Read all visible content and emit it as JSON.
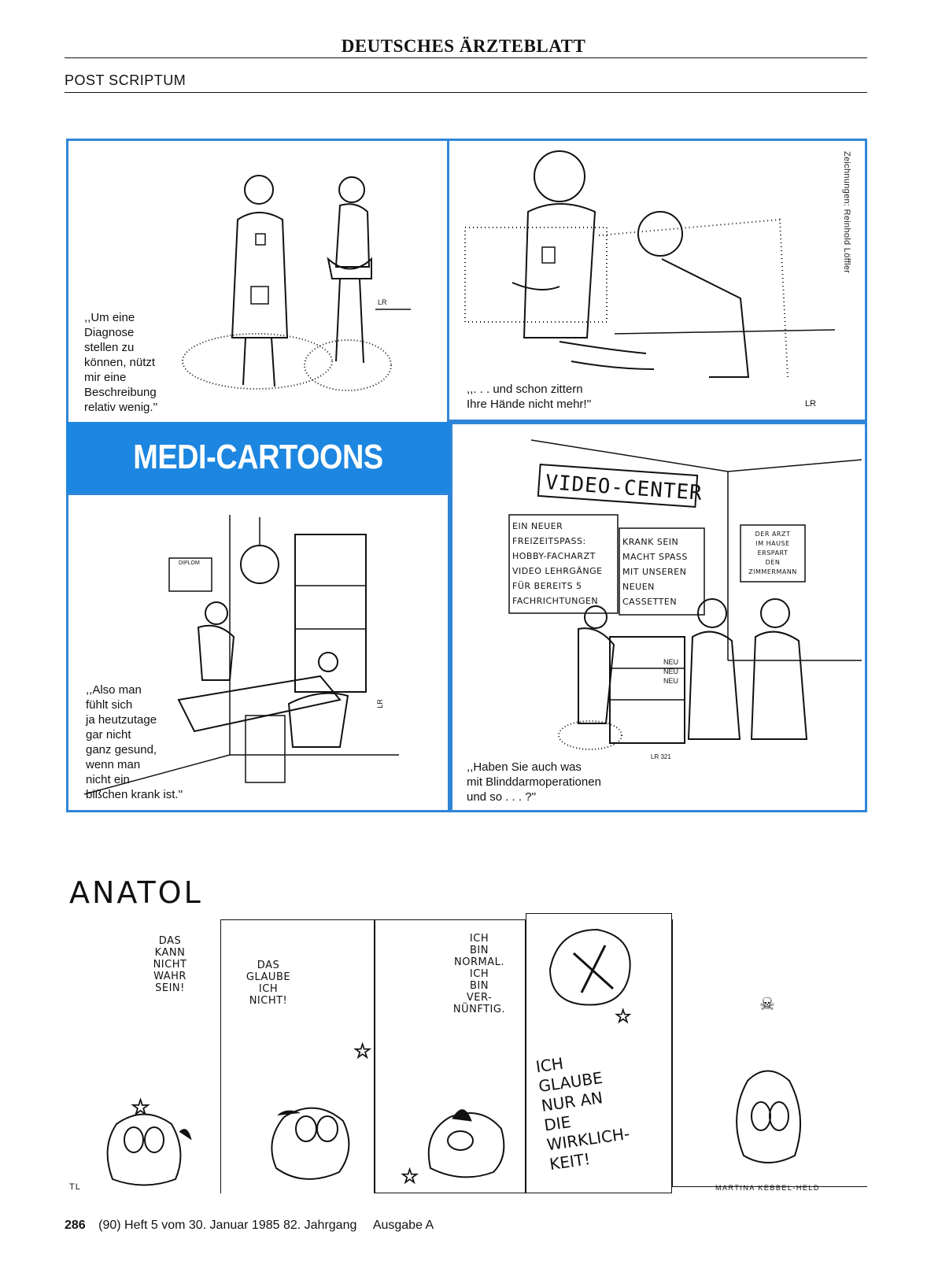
{
  "header": {
    "masthead": "DEUTSCHES ÄRZTEBLATT",
    "section": "POST SCRIPTUM"
  },
  "medi_cartoons": {
    "banner": "MEDI-CARTOONS",
    "credit": "Zeichnungen: Reinhold Löffler",
    "cartoons": [
      {
        "caption": ",,Um eine\nDiagnose\nstellen zu\nkönnen, nützt\nmir eine\nBeschreibung\nrelativ wenig.''",
        "initials": "LR"
      },
      {
        "caption": ",,. . . und schon zittern\nIhre Hände nicht mehr!''",
        "initials": "LR"
      },
      {
        "caption": ",,Also man\nfühlt sich\nja heutzutage\ngar nicht\nganz gesund,\nwenn man\nnicht ein\nbißchen krank ist.''",
        "initials": "LR",
        "diploma": "DIPLOM"
      },
      {
        "caption": ",,Haben Sie auch was\nmit Blinddarmoperationen\nund so . . . ?''",
        "initials": "LR 321",
        "sign_video": "VIDEO-CENTER",
        "poster1": "EIN NEUER\nFREIZEITSPASS:\nHOBBY-FACHARZT\nVIDEO LEHRGÄNGE\nFÜR BEREITS 5\nFACHRICHTUNGEN",
        "poster2": "KRANK SEIN\nMACHT SPASS\nMIT UNSEREN\nNEUEN\nCASSETTEN",
        "poster3": "DER ARZT\nIM HAUSE\nERSPART\nDEN\nZIMMERMANN",
        "shelf_tags": [
          "NEU",
          "NEU",
          "NEU"
        ]
      }
    ]
  },
  "anatol": {
    "title": "ANATOL",
    "bubbles": [
      "DAS\nKANN\nNICHT\nWAHR\nSEIN!",
      "DAS\nGLAUBE\nICH\nNICHT!",
      "ICH\nBIN\nNORMAL.\nICH\nBIN\nVER-\nNÜNFTIG.",
      "ICH\nGLAUBE\nNUR AN\nDIE\nWIRKLICH-\nKEIT!"
    ],
    "signature": "MARTINA KEBBEL-HELD",
    "initial_mark": "TL"
  },
  "footer": {
    "page_number": "286",
    "details": "(90) Heft 5 vom 30. Januar 1985 82. Jahrgang",
    "edition": "Ausgabe A"
  }
}
